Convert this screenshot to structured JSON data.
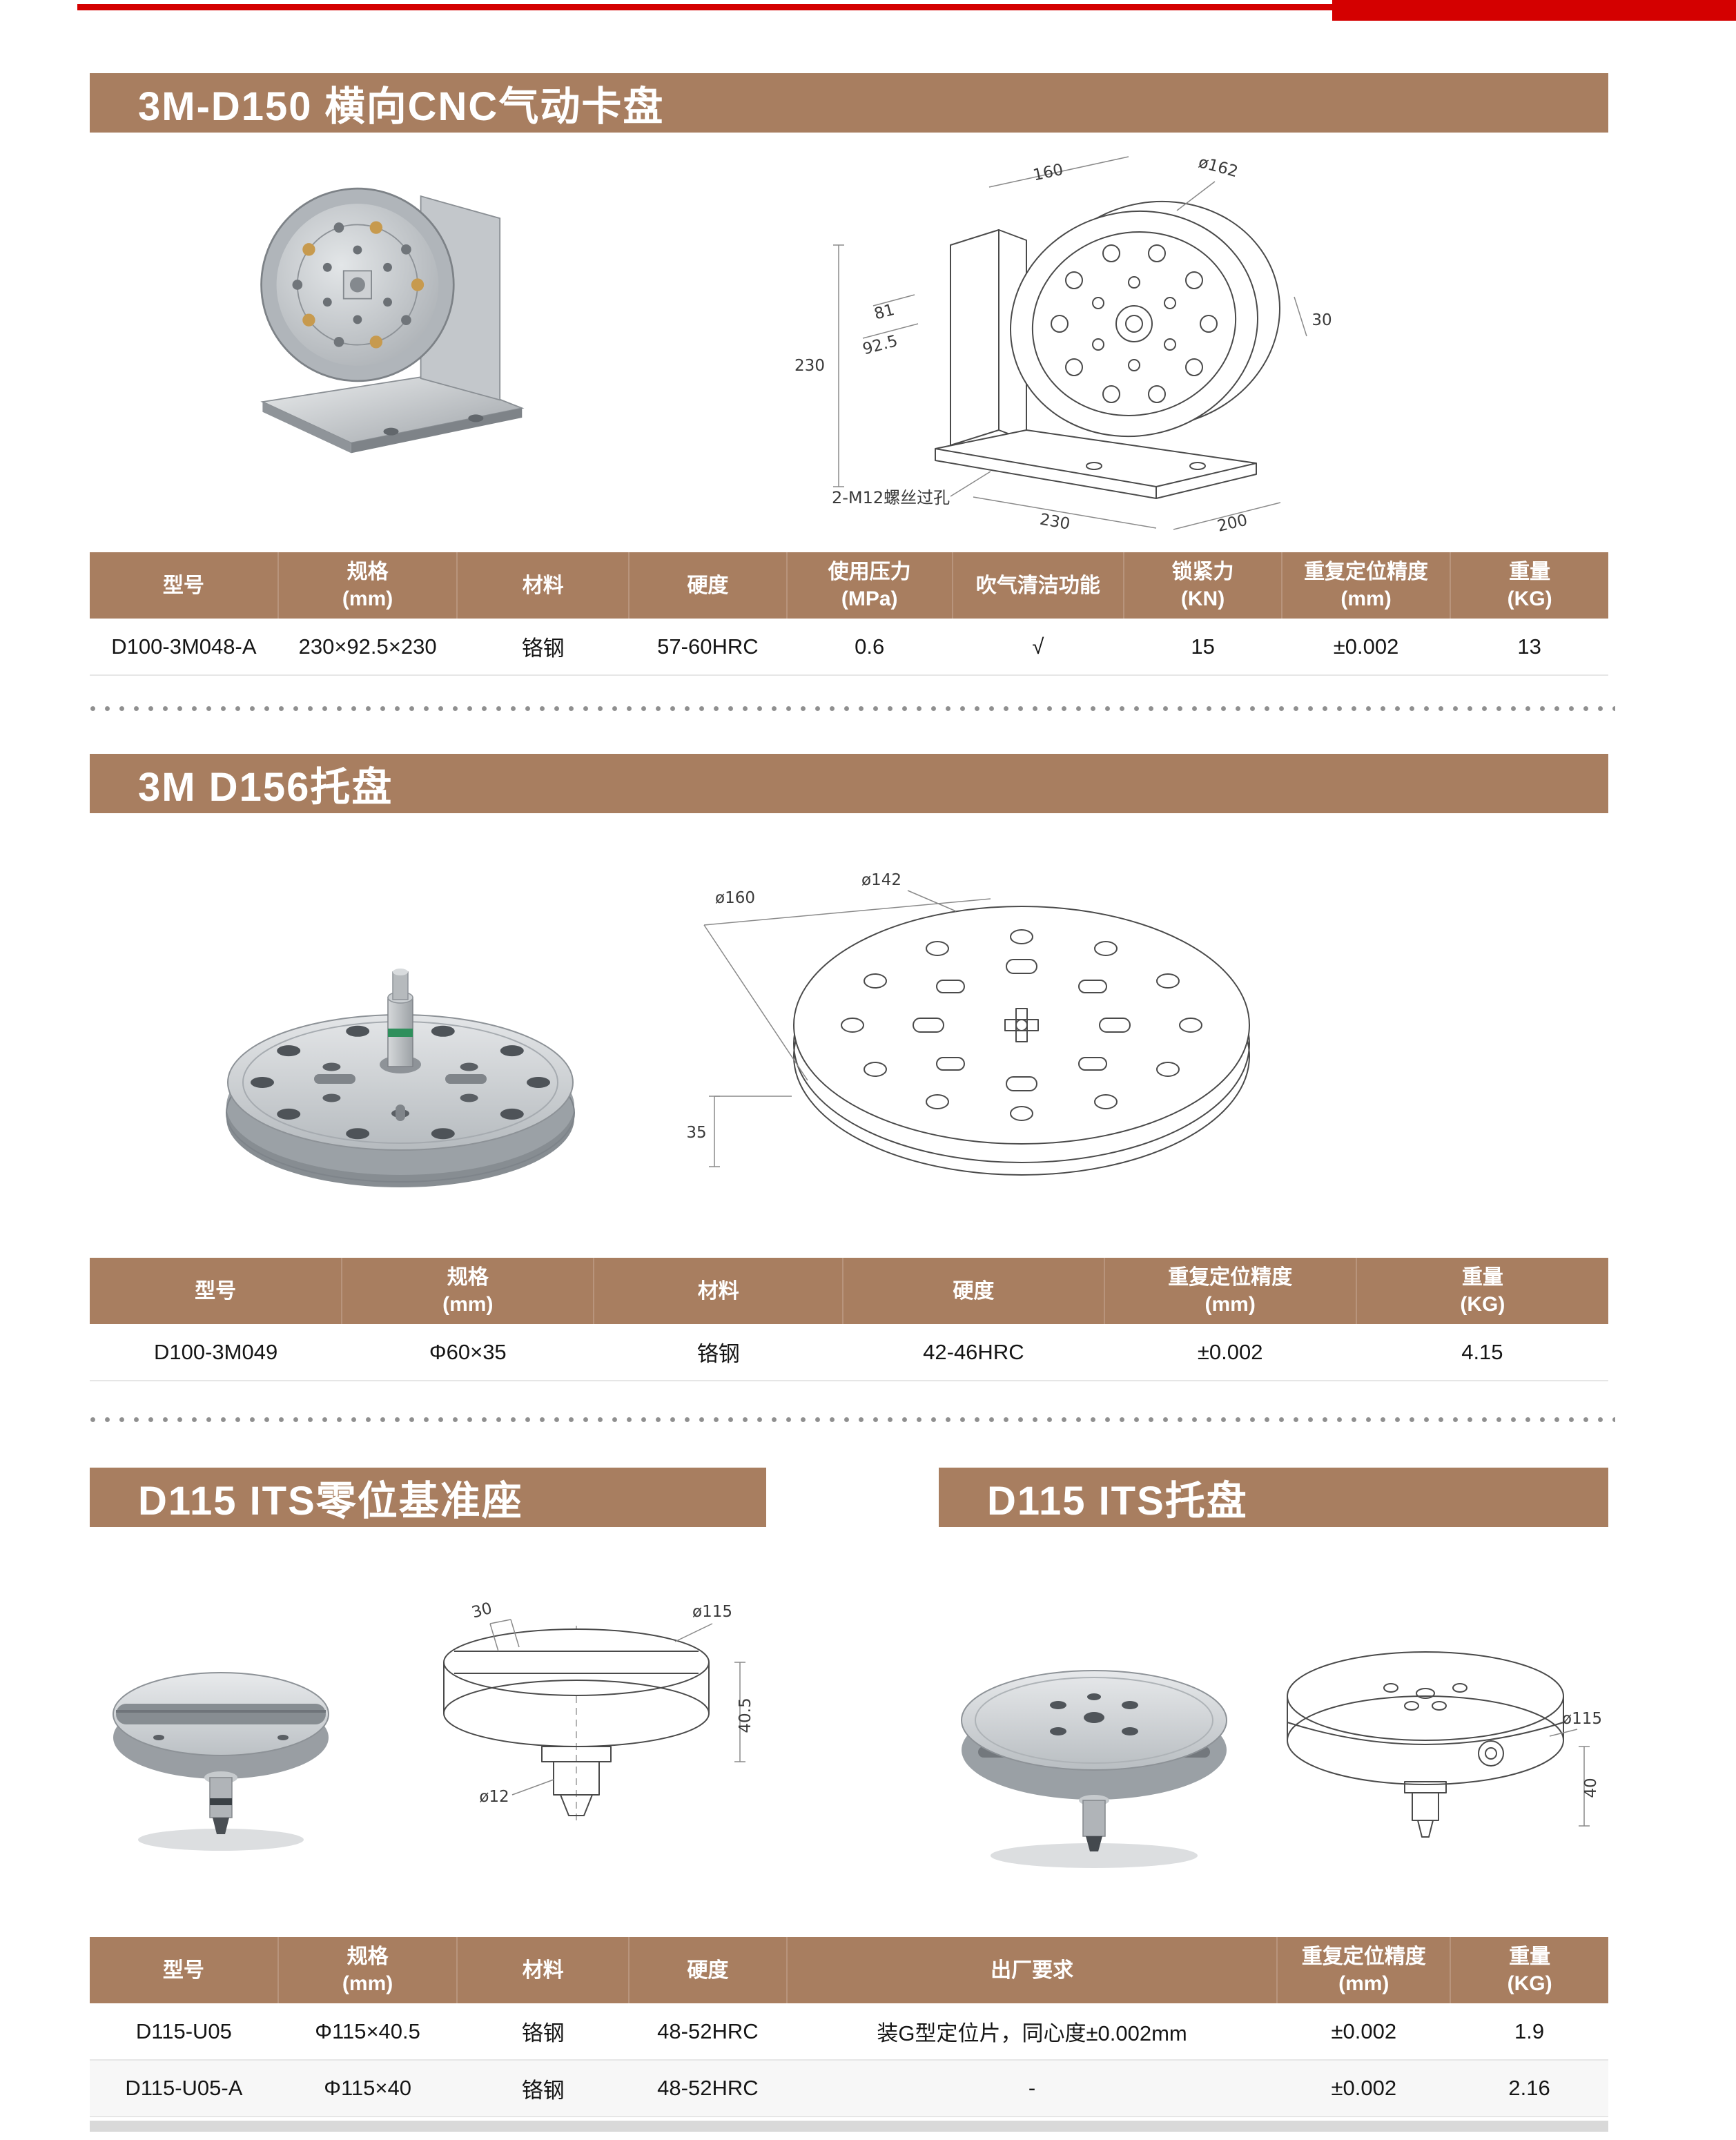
{
  "page": {
    "accent_red": "#d40000",
    "banner_brown": "#a87e60"
  },
  "sections": {
    "s1": {
      "title": "3M-D150 横向CNC气动卡盘",
      "drawing_dims": {
        "width_top": "160",
        "dia": "ø162",
        "bolt1": "81",
        "bolt2": "92.5",
        "height": "230",
        "depth30": "30",
        "base_depth": "230",
        "base_width": "200",
        "note": "2-M12螺丝过孔"
      },
      "table": {
        "headers": [
          "型号",
          "规格\n(mm)",
          "材料",
          "硬度",
          "使用压力\n(MPa)",
          "吹气清洁功能",
          "锁紧力\n(KN)",
          "重复定位精度\n(mm)",
          "重量\n(KG)"
        ],
        "rows": [
          [
            "D100-3M048-A",
            "230×92.5×230",
            "铬钢",
            "57-60HRC",
            "0.6",
            "√",
            "15",
            "±0.002",
            "13"
          ]
        ]
      }
    },
    "s2": {
      "title": "3M D156托盘",
      "drawing_dims": {
        "outer_dia": "ø160",
        "inner_dia": "ø142",
        "height": "35"
      },
      "table": {
        "headers": [
          "型号",
          "规格\n(mm)",
          "材料",
          "硬度",
          "重复定位精度\n(mm)",
          "重量\n(KG)"
        ],
        "rows": [
          [
            "D100-3M049",
            "Φ60×35",
            "铬钢",
            "42-46HRC",
            "±0.002",
            "4.15"
          ]
        ]
      }
    },
    "s3": {
      "title_left": "D115 ITS零位基准座",
      "title_right": "D115 ITS托盘",
      "base_dims": {
        "slot_width": "30",
        "dia": "ø115",
        "height": "40.5",
        "stud_dia": "ø12"
      },
      "pallet_dims": {
        "dia": "ø115",
        "height": "40"
      },
      "table": {
        "headers": [
          "型号",
          "规格\n(mm)",
          "材料",
          "硬度",
          "出厂要求",
          "重复定位精度\n(mm)",
          "重量\n(KG)"
        ],
        "rows": [
          [
            "D115-U05",
            "Φ115×40.5",
            "铬钢",
            "48-52HRC",
            "装G型定位片，同心度±0.002mm",
            "±0.002",
            "1.9"
          ],
          [
            "D115-U05-A",
            "Φ115×40",
            "铬钢",
            "48-52HRC",
            "-",
            "±0.002",
            "2.16"
          ]
        ]
      }
    }
  }
}
